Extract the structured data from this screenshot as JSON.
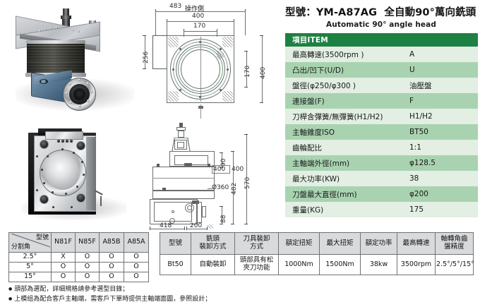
{
  "title": {
    "model_label": "型號：",
    "model_name": "YM-A87AG",
    "model_desc": "全自動90°萬向銑頭",
    "subtitle": "Automatic 90° angle head"
  },
  "colors": {
    "header_green": "#1F8043",
    "row_light": "#E2EFE2",
    "row_dark": "#A9D3B0",
    "table_border": "#6F7376",
    "table_head_grey": "#D9DADB",
    "photo_blue": "#4A6B86"
  },
  "spec_table": {
    "header": "項目ITEM",
    "rows": [
      {
        "item": "最高轉速(3500rpm )",
        "value": "A",
        "shade": "light"
      },
      {
        "item": "凸出/凹下(U/D)",
        "value": "U",
        "shade": "dark"
      },
      {
        "item": "盤徑(φ250/φ300 )",
        "value": "油壓盤",
        "shade": "light"
      },
      {
        "item": "連接盤(F)",
        "value": "F",
        "shade": "dark"
      },
      {
        "item": "刀桿含彈簧/無彈簧(H1/H2)",
        "value": "H1/H2",
        "shade": "light"
      },
      {
        "item": "主軸錐度ISO",
        "value": "BT50",
        "shade": "dark"
      },
      {
        "item": "齒輪配比",
        "value": "1:1",
        "shade": "light"
      },
      {
        "item": "主軸端外徑(mm)",
        "value": "φ128.5",
        "shade": "dark"
      },
      {
        "item": "最大功率(KW)",
        "value": "38",
        "shade": "light"
      },
      {
        "item": "刀盤最大直徑(mm)",
        "value": "φ200",
        "shade": "dark"
      },
      {
        "item": "重量(KG)",
        "value": "175",
        "shade": "light"
      }
    ]
  },
  "drawing": {
    "operation_side_label": "操作側",
    "top_view_dims": {
      "width_overall": "483",
      "width_mid": "400",
      "width_inner": "170",
      "height_overall": "400",
      "height_inner": "170",
      "height_left": "256"
    },
    "front_view_dims": {
      "d_90": "90",
      "d_400_a": "400",
      "d_400_b": "400",
      "bore_dia": "Ø360",
      "d_482": "482",
      "d_570": "570",
      "d_88": "88",
      "d_418": "418",
      "d_200": "200"
    }
  },
  "index_table": {
    "corner_model": "型號",
    "corner_angle": "分割角",
    "models": [
      "N81F",
      "N85F",
      "A85B",
      "A85A"
    ],
    "rows": [
      {
        "angle": "2.5°",
        "cells": [
          "X",
          "O",
          "O",
          "O"
        ]
      },
      {
        "angle": "5°",
        "cells": [
          "O",
          "O",
          "O",
          "O"
        ]
      },
      {
        "angle": "15°",
        "cells": [
          "O",
          "O",
          "O",
          "O"
        ]
      }
    ]
  },
  "detail_table": {
    "headers": [
      "型號",
      "銑頭\n裝卸方式",
      "刀具裝卸\n方式",
      "額定扭矩",
      "最大扭矩",
      "額定功率",
      "最高轉速",
      "軸轉角齒\n盤精度"
    ],
    "row": [
      "Bt50",
      "自動裝卸",
      "頭部具有松\n夾刀功能",
      "1000Nm",
      "1500Nm",
      "38kw",
      "3500rpm",
      "2.5°/5°/15°"
    ]
  },
  "notes": [
    "頭部為選配，詳細規格請參考選型目錄；",
    "上模组為配合客戶主軸端，需客戶下單時提供主軸端面圖，參照設計；"
  ],
  "icons": {
    "bullet": "filled-circle-bullet-icon",
    "diagonal": "diagonal-divider-icon"
  }
}
